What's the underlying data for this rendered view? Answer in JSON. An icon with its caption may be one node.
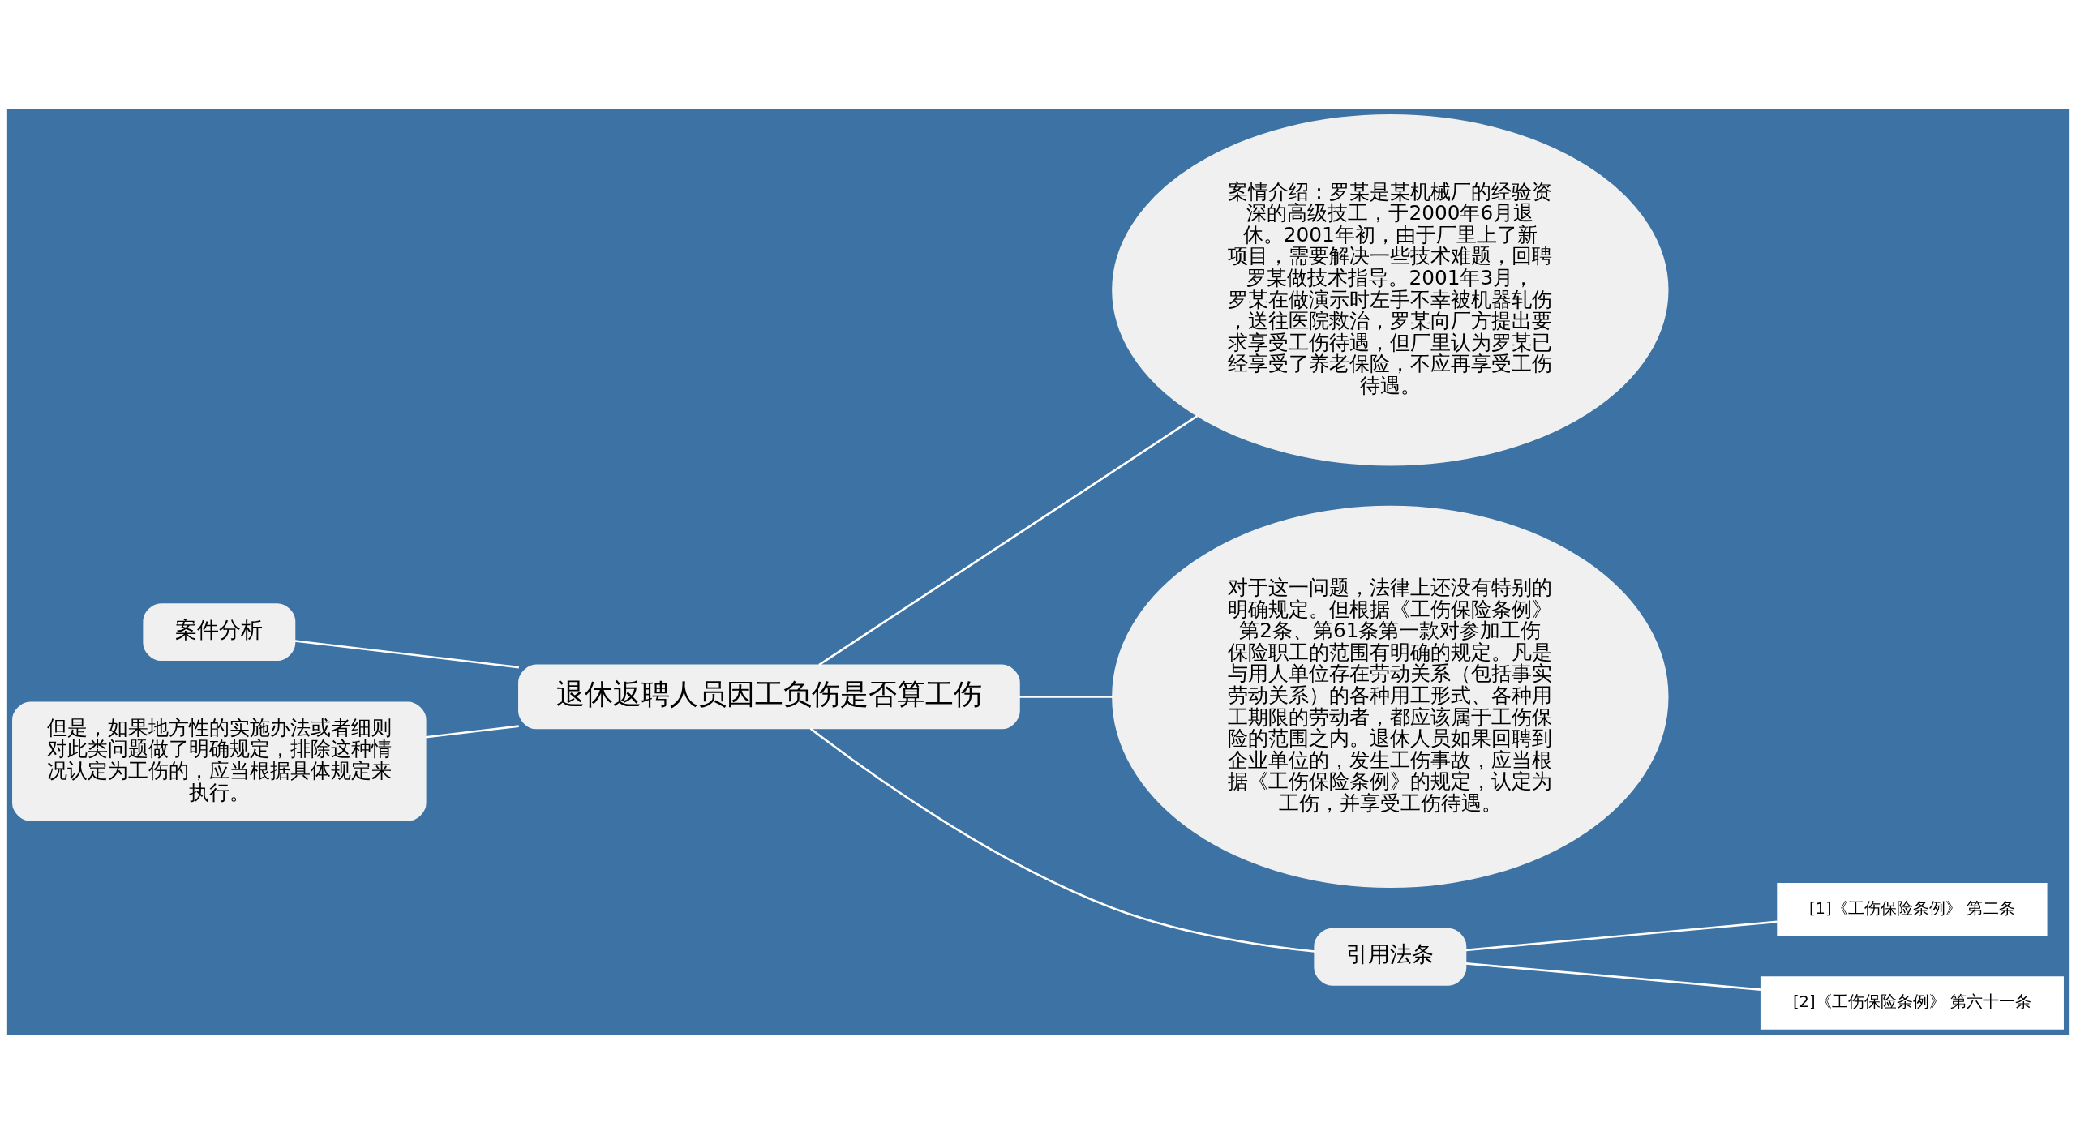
{
  "diagram": {
    "nodes": [
      {
        "text": [
          "退休返聘人员因工负伤是否算工伤"
        ]
      },
      {
        "text": [
          "案情介绍：罗某是某机械厂的经验资深的高级技工，于2000年6月退休。2001年初，由于厂里上了新项目，需要解决一些技术难题，回聘罗某做技术指导。2001年3月，罗某在做演示时左手不幸被机器轧伤，送往医院救治，罗某向厂方提出要求享受工伤待遇，但厂里认为罗某已经享受了养老保险，不应再享受工伤待遇。"
        ]
      },
      {
        "text": [
          "对于这一问题，法律上还没有特别的明确规定。但根据《工伤保险条例》第2条、第61条第一款对参加工伤保险职工的范围有明确的规定。凡是与用人单位存在劳动关系（包括事实劳动关系）的各种用工形式、各种用工期限的劳动者，都应该属于工伤保险的范围之内。退休人员如果回聘到企业单位的，发生工伤事故，应当根据《工伤保险条例》的规定，认定为工伤，并享受工伤待遇。"
        ]
      },
      {
        "text": [
          "引用法条"
        ]
      },
      {
        "text": [
          "[1]《工伤保险条例》 第二条"
        ]
      },
      {
        "text": [
          "[2]《工伤保险条例》 第六十一条"
        ]
      },
      {
        "text": [
          "案件分析"
        ]
      },
      {
        "text": [
          "但是，如果地方性的实施办法或者细则对此类问题做了明确规定，排除这种情况认定为工伤的，应当根据具体规定来执行。"
        ]
      }
    ],
    "edges": [
      {
        "from": 0,
        "to": 1,
        "arrow": "none"
      },
      {
        "from": 0,
        "to": 2,
        "arrow": "none"
      },
      {
        "from": 0,
        "to": 3,
        "arrow": "none"
      },
      {
        "from": 3,
        "to": 4,
        "arrow": "none"
      },
      {
        "from": 3,
        "to": 5,
        "arrow": "none"
      },
      {
        "from": 6,
        "to": 0,
        "arrow": "none"
      },
      {
        "from": 7,
        "to": 0,
        "arrow": "none"
      }
    ]
  }
}
